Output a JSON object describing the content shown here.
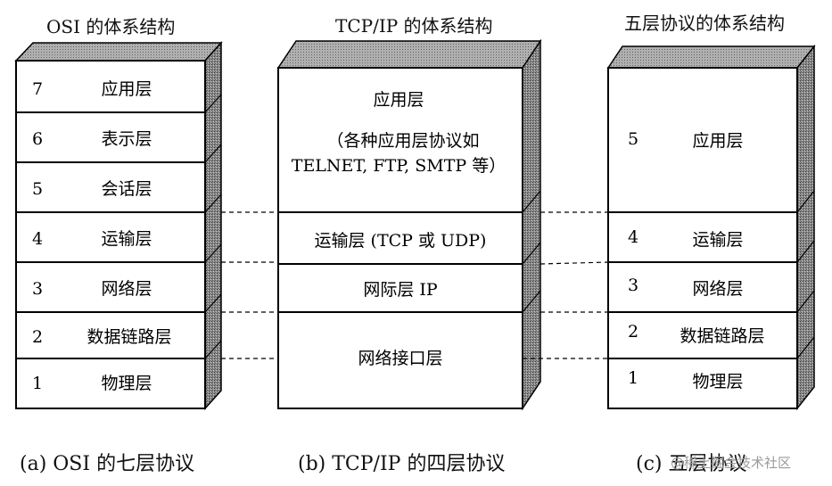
{
  "osi": {
    "title": "OSI 的体系结构",
    "layers": [
      {
        "number": "7",
        "name": "应用层"
      },
      {
        "number": "6",
        "name": "表示层"
      },
      {
        "number": "5",
        "name": "会话层"
      },
      {
        "number": "4",
        "name": "运输层"
      },
      {
        "number": "3",
        "name": "网络层"
      },
      {
        "number": "2",
        "name": "数据链路层"
      },
      {
        "number": "1",
        "name": "物理层"
      }
    ],
    "caption": "(a) OSI 的七层协议"
  },
  "tcpip": {
    "title": "TCP/IP 的体系结构",
    "layers": [
      {
        "name": "应用层",
        "note_line1": "（各种应用层协议如",
        "note_line2": "TELNET, FTP, SMTP 等）"
      },
      {
        "name": "运输层 (TCP 或 UDP)"
      },
      {
        "name": "网际层 IP"
      },
      {
        "name": "网络接口层"
      }
    ],
    "caption": "(b) TCP/IP 的四层协议"
  },
  "five": {
    "title": "五层协议的体系结构",
    "layers": [
      {
        "number": "5",
        "name": "应用层"
      },
      {
        "number": "4",
        "name": "运输层"
      },
      {
        "number": "3",
        "name": "网络层"
      },
      {
        "number": "2",
        "name": "数据链路层"
      },
      {
        "number": "1",
        "name": "物理层"
      }
    ],
    "caption": "(c) 五层协议"
  },
  "watermark": "@稀土掘金技术社区"
}
